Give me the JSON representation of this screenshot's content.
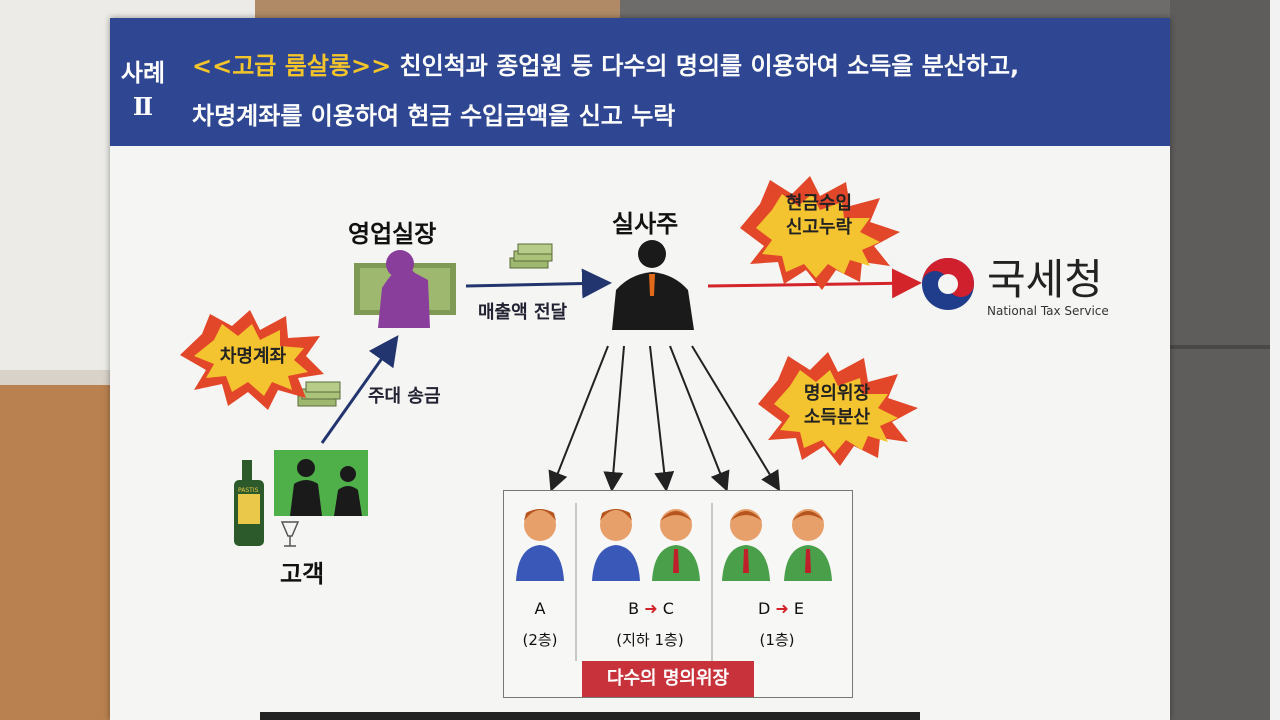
{
  "header": {
    "case_label_line1": "사례",
    "case_label_line2": "Ⅱ",
    "title_highlight": "<<고급 룸살롱>>",
    "title_line1_rest": " 친인척과 종업원 등 다수의 명의를 이용하여 소득을 분산하고,",
    "title_line2": "차명계좌를 이용하여 현금 수입금액을 신고 누락"
  },
  "diagram": {
    "sales_manager_label": "영업실장",
    "real_owner_label": "실사주",
    "customer_label": "고객",
    "transfer_label": "매출액 전달",
    "remit_label": "주대 송금",
    "burst_borrowed_account": "차명계좌",
    "burst_cash_unreported_line1": "현금수입",
    "burst_cash_unreported_line2": "신고누락",
    "burst_name_disguise_line1": "명의위장",
    "burst_name_disguise_line2": "소득분산",
    "bottle_label": "PASTIS",
    "nts": {
      "name": "국세청",
      "english": "National Tax Service"
    },
    "persons": {
      "a": "A",
      "b": "B",
      "c": "C",
      "d": "D",
      "e": "E",
      "arrow": "➜",
      "floor_a": "(2층)",
      "floor_bc": "(지하 1층)",
      "floor_de": "(1층)",
      "tag": "다수의 명의위장"
    }
  },
  "colors": {
    "header_bg": "#2f4793",
    "highlight": "#f3c52b",
    "arrow_red": "#d3242a",
    "arrow_blue": "#23356e",
    "tag_red": "#c8323a"
  }
}
